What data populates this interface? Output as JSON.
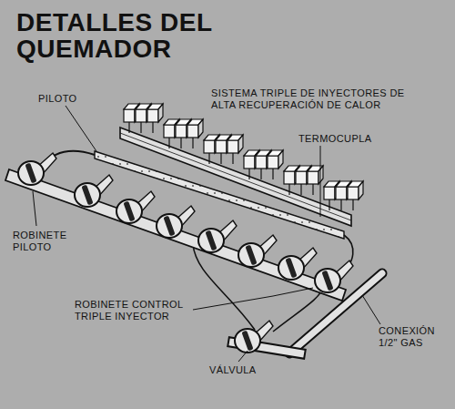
{
  "diagram": {
    "title": "DETALLES DEL QUEMADOR",
    "labels": [
      "PILOTO",
      "SISTEMA TRIPLE DE INYECTORES DE ALTA RECUPERACIÓN DE CALOR",
      "TERMOCUPLA",
      "ROBINETE PILOTO",
      "ROBINETE CONTROL TRIPLE INYECTOR",
      "CONEXIÓN 1/2\" GAS",
      "VÁLVULA"
    ]
  }
}
